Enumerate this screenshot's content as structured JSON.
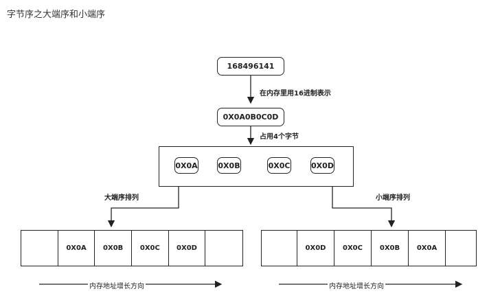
{
  "title": "字节序之大端序和小端序",
  "decimal_value": "168496141",
  "hex_value": "0X0A0B0C0D",
  "step1_label": "在内存里用16进制表示",
  "step2_label": "占用4个字节",
  "bytes": [
    "0X0A",
    "0X0B",
    "0X0C",
    "0X0D"
  ],
  "big_endian": {
    "label": "大端序排列",
    "cells": [
      "",
      "0X0A",
      "0X0B",
      "0X0C",
      "0X0D",
      ""
    ],
    "axis_label": "内存地址增长方向"
  },
  "little_endian": {
    "label": "小端序排列",
    "cells": [
      "",
      "0X0D",
      "0X0C",
      "0X0B",
      "0X0A",
      ""
    ],
    "axis_label": "内存地址增长方向"
  }
}
